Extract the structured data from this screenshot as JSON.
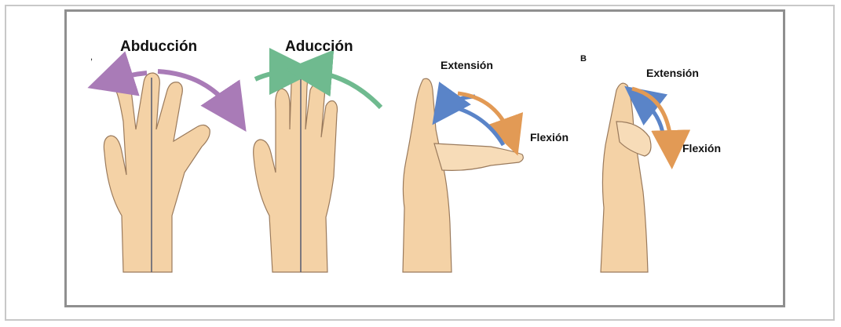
{
  "labels": {
    "abduction": "Abducción",
    "adduction": "Aducción",
    "extension_a": "Extensión",
    "flexion_a": "Flexión",
    "panel_b": "B",
    "extension_b": "Extensión",
    "flexion_b": "Flexión"
  },
  "colors": {
    "skin": "#f4d2a6",
    "skin_outline": "#9a7a5c",
    "abduction_arrow": "#a97bb7",
    "adduction_arrow": "#6fba8f",
    "extension_arrow": "#5a84c8",
    "flexion_arrow": "#e29a55",
    "midline": "#555a70",
    "frame_outer": "#c8c8c8",
    "frame_inner": "#8f8f8f"
  }
}
